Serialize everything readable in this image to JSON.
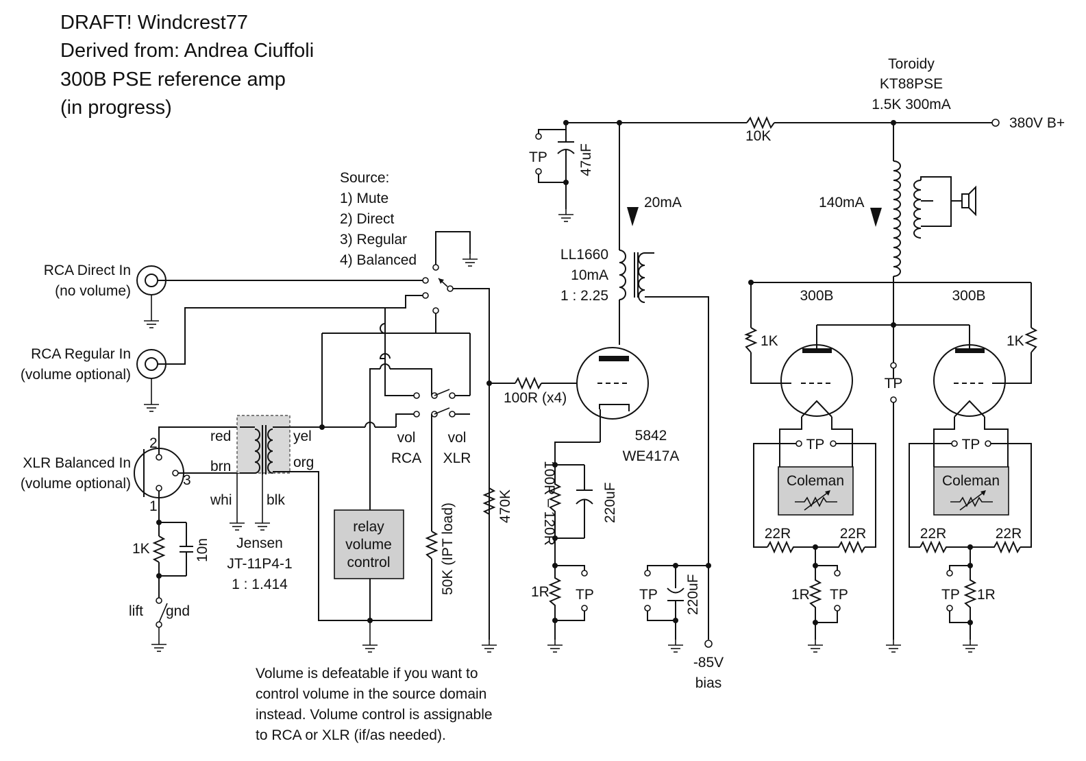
{
  "title": {
    "line1": "DRAFT! Windcrest77",
    "line2": "Derived from: Andrea Ciuffoli",
    "line3": "300B PSE reference amp",
    "line4": "(in progress)"
  },
  "source": {
    "heading": "Source:",
    "opt1": "1) Mute",
    "opt2": "2) Direct",
    "opt3": "3) Regular",
    "opt4": "4) Balanced"
  },
  "inputs": {
    "rca_direct": "RCA Direct In",
    "rca_direct_sub": "(no volume)",
    "rca_regular": "RCA Regular In",
    "rca_regular_sub": "(volume optional)",
    "xlr": "XLR Balanced In",
    "xlr_sub": "(volume optional)",
    "pin1": "1",
    "pin2": "2",
    "pin3": "3"
  },
  "xlr_network": {
    "r": "1K",
    "c": "10n",
    "lift": "lift",
    "gnd": "gnd"
  },
  "jensen": {
    "red": "red",
    "brn": "brn",
    "whi": "whi",
    "blk": "blk",
    "yel": "yel",
    "org": "org",
    "name": "Jensen",
    "model": "JT-11P4-1",
    "ratio": "1 : 1.414"
  },
  "volume": {
    "vol_rca_1": "vol",
    "vol_rca_2": "RCA",
    "vol_xlr_1": "vol",
    "vol_xlr_2": "XLR",
    "relay_1": "relay",
    "relay_2": "volume",
    "relay_3": "control",
    "load": "50K (IPT load)",
    "note1": "Volume is defeatable if you want to",
    "note2": "control volume in the source domain",
    "note3": "instead. Volume control is assignable",
    "note4": "to RCA or XLR (if/as needed)."
  },
  "driver": {
    "r470": "470K",
    "grid": "100R (x4)",
    "cap47": "47uF",
    "tp": "TP",
    "r10k": "10K",
    "i20": "20mA",
    "ll_1": "LL1660",
    "ll_2": "10mA",
    "ll_3": "1 : 2.25",
    "tube_1": "5842",
    "tube_2": "WE417A",
    "rk": "100R – 120R",
    "ck": "220uF",
    "r1": "1R",
    "bias_cap": "220uF",
    "bias_1": "-85V",
    "bias_2": "bias"
  },
  "output": {
    "ot_1": "Toroidy",
    "ot_2": "KT88PSE",
    "ot_3": "1.5K 300mA",
    "bplus": "380V B+",
    "i140": "140mA",
    "tube": "300B",
    "rg": "1K",
    "tp": "TP",
    "coleman": "Coleman",
    "r22": "22R",
    "r1": "1R"
  }
}
